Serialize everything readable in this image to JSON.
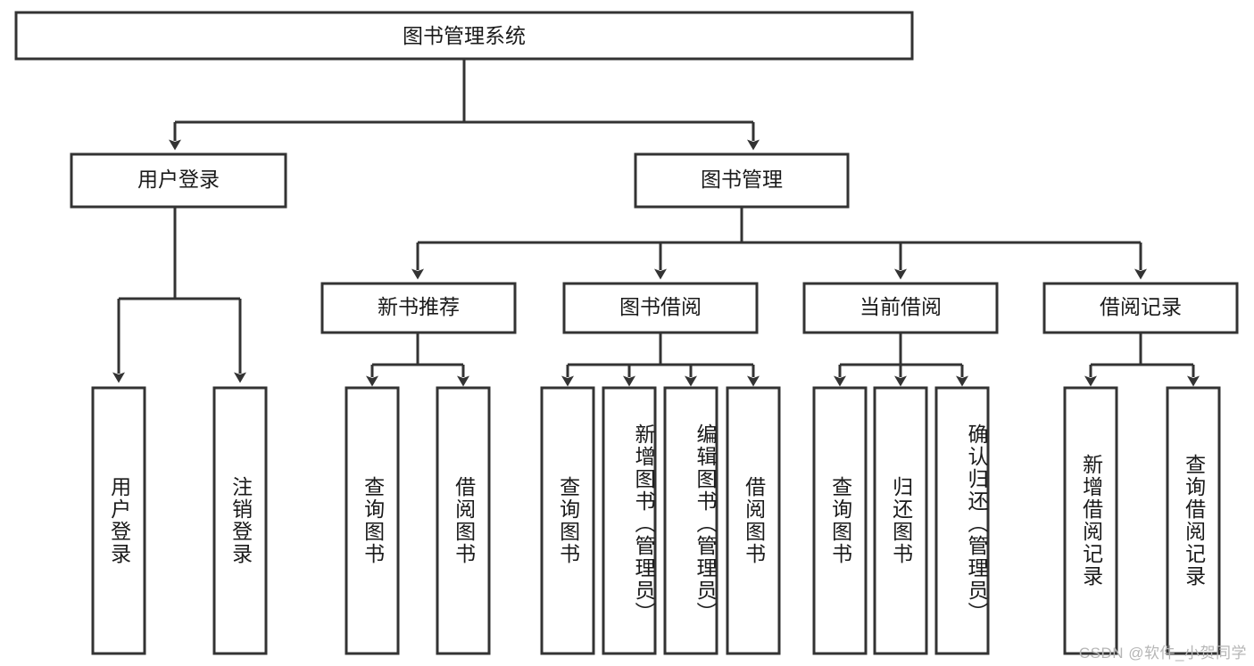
{
  "diagram": {
    "type": "tree",
    "title": "图书管理系统",
    "watermark": "CSDN @软件_小贺同学",
    "colors": {
      "box_stroke": "#333333",
      "box_fill": "#ffffff",
      "text": "#1a1a1a",
      "connector": "#333333",
      "watermark": "#b6b6b6",
      "background": "#ffffff"
    },
    "levels": {
      "root": {
        "label": "图书管理系统"
      },
      "level2": [
        {
          "id": "user-login",
          "label": "用户登录"
        },
        {
          "id": "book-management",
          "label": "图书管理"
        }
      ],
      "level3": [
        {
          "id": "new-book-recommend",
          "label": "新书推荐",
          "parent": "book-management"
        },
        {
          "id": "book-borrow",
          "label": "图书借阅",
          "parent": "book-management"
        },
        {
          "id": "current-borrow",
          "label": "当前借阅",
          "parent": "book-management"
        },
        {
          "id": "borrow-record",
          "label": "借阅记录",
          "parent": "book-management"
        }
      ],
      "leaves": [
        {
          "id": "leaf-user-login",
          "label": "用户登录",
          "parent": "user-login"
        },
        {
          "id": "leaf-logout-login",
          "label": "注销登录",
          "parent": "user-login"
        },
        {
          "id": "leaf-query-book-1",
          "label": "查询图书",
          "parent": "new-book-recommend"
        },
        {
          "id": "leaf-borrow-book-1",
          "label": "借阅图书",
          "parent": "new-book-recommend"
        },
        {
          "id": "leaf-query-book-2",
          "label": "查询图书",
          "parent": "book-borrow"
        },
        {
          "id": "leaf-add-book",
          "label": "新增图书（管理员）",
          "parent": "book-borrow"
        },
        {
          "id": "leaf-edit-book",
          "label": "编辑图书（管理员）",
          "parent": "book-borrow"
        },
        {
          "id": "leaf-borrow-book-2",
          "label": "借阅图书",
          "parent": "book-borrow"
        },
        {
          "id": "leaf-query-book-3",
          "label": "查询图书",
          "parent": "current-borrow"
        },
        {
          "id": "leaf-return-book",
          "label": "归还图书",
          "parent": "current-borrow"
        },
        {
          "id": "leaf-confirm-return",
          "label": "确认归还（管理员）",
          "parent": "current-borrow"
        },
        {
          "id": "leaf-add-record",
          "label": "新增借阅记录",
          "parent": "borrow-record"
        },
        {
          "id": "leaf-query-record",
          "label": "查询借阅记录",
          "parent": "borrow-record"
        }
      ]
    }
  }
}
